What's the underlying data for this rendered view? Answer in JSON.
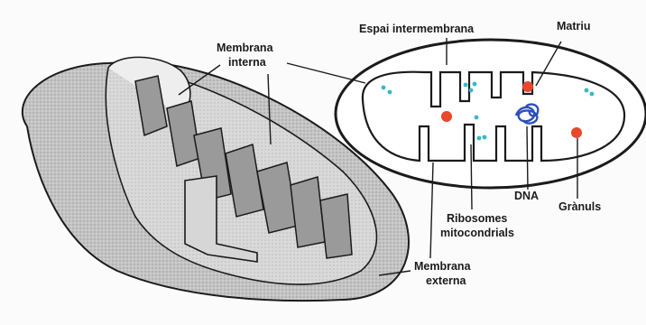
{
  "figure": {
    "labels": {
      "espai": "Espai intermembrana",
      "matriu": "Matriu",
      "membrana_interna_1": "Membrana",
      "membrana_interna_2": "interna",
      "dna": "DNA",
      "granuls": "Grànuls",
      "ribosomes_1": "Ribosomes",
      "ribosomes_2": "mitocondrials",
      "membrana_externa_1": "Membrana",
      "membrana_externa_2": "externa"
    },
    "colors": {
      "ink": "#1b1b1b",
      "shell": "#bdbdbd",
      "crista": "#8a8a8a",
      "ribosome": "#37b8c6",
      "granule": "#e8482b",
      "dna": "#2d4fb8"
    }
  }
}
